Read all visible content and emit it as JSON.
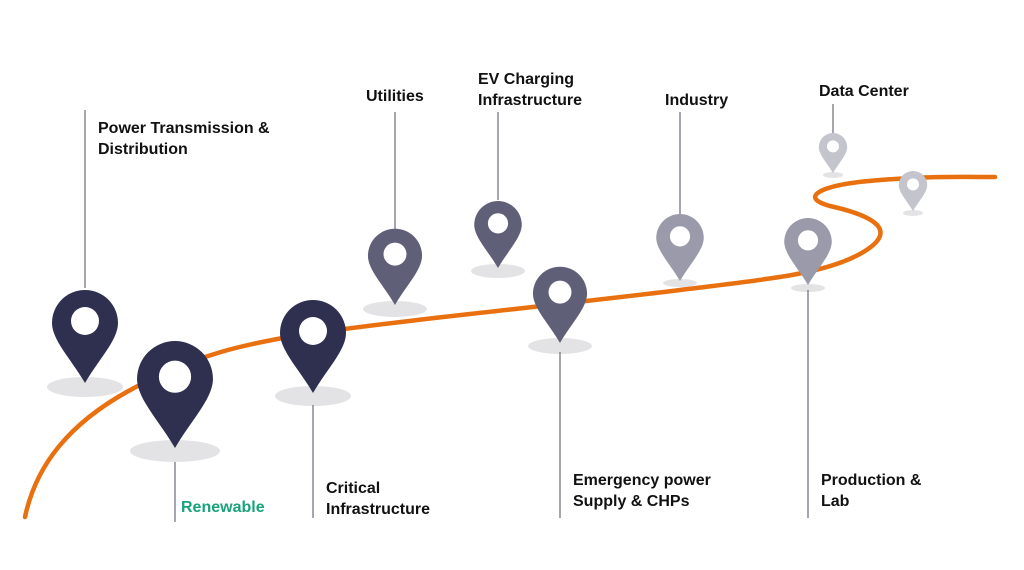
{
  "colors": {
    "curve": "#e8700f",
    "pin_dark": "#2f3050",
    "pin_mid": "#5f5f78",
    "pin_light": "#9a9aaa",
    "pin_pale": "#c4c4cc",
    "shadow": "#e3e3e6",
    "stem": "#6b6b80",
    "label_default": "#111111",
    "label_highlight": "#1aa37a"
  },
  "markers": [
    {
      "id": "power-transmission",
      "lines": [
        "Power Transmission &",
        "Distribution"
      ],
      "shade": "dark",
      "highlight": false
    },
    {
      "id": "renewable",
      "lines": [
        "Renewable"
      ],
      "shade": "dark",
      "highlight": true
    },
    {
      "id": "critical-infrastructure",
      "lines": [
        "Critical",
        "Infrastructure"
      ],
      "shade": "dark",
      "highlight": false
    },
    {
      "id": "utilities",
      "lines": [
        "Utilities"
      ],
      "shade": "mid",
      "highlight": false
    },
    {
      "id": "ev-charging",
      "lines": [
        "EV Charging",
        "Infrastructure"
      ],
      "shade": "mid",
      "highlight": false
    },
    {
      "id": "emergency-power",
      "lines": [
        "Emergency power",
        "Supply & CHPs"
      ],
      "shade": "mid",
      "highlight": false
    },
    {
      "id": "industry",
      "lines": [
        "Industry"
      ],
      "shade": "light",
      "highlight": false
    },
    {
      "id": "production-lab",
      "lines": [
        "Production &",
        "Lab"
      ],
      "shade": "light",
      "highlight": false
    },
    {
      "id": "data-center",
      "lines": [
        "Data Center"
      ],
      "shade": "pale",
      "highlight": false
    },
    {
      "id": "unlabeled-end",
      "lines": [],
      "shade": "pale",
      "highlight": false
    }
  ]
}
